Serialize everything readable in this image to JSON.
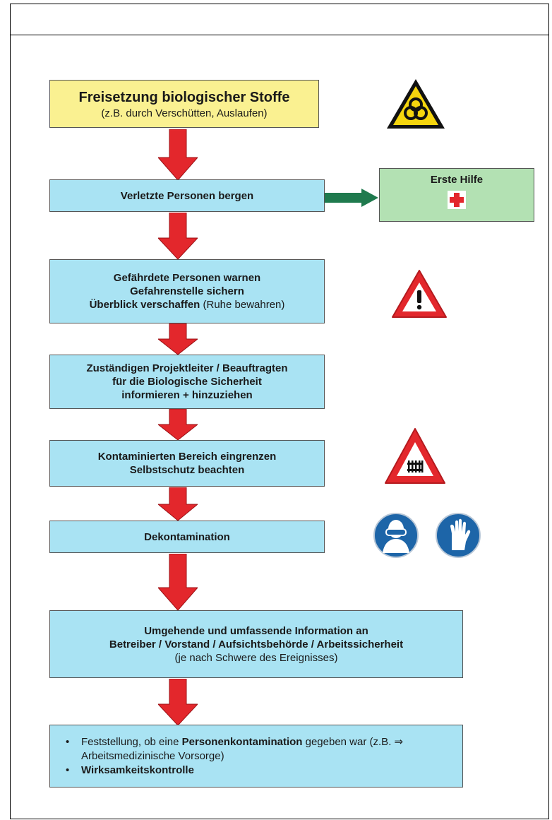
{
  "steps": {
    "release": {
      "title": "Freisetzung biologischer Stoffe",
      "subtitle": "(z.B. durch Verschütten, Auslaufen)"
    },
    "rescue": {
      "label": "Verletzte Personen bergen"
    },
    "first_aid": {
      "label": "Erste Hilfe"
    },
    "warn": {
      "line1": "Gefährdete Personen warnen",
      "line2": "Gefahrenstelle sichern",
      "line3_bold": "Überblick verschaffen",
      "line3_normal": " (Ruhe bewahren)"
    },
    "inform_lead": {
      "line1": "Zuständigen Projektleiter / Beauftragten",
      "line2": "für die Biologische Sicherheit",
      "line3": "informieren + hinzuziehen"
    },
    "contain": {
      "line1": "Kontaminierten Bereich eingrenzen",
      "line2": "Selbstschutz beachten"
    },
    "decon": {
      "label": "Dekontamination"
    },
    "inform_all": {
      "line1": "Umgehende und umfassende Information an",
      "line2": "Betreiber / Vorstand / Aufsichtsbehörde / Arbeitssicherheit",
      "line3": "(je nach Schwere des Ereignisses)"
    },
    "followup": {
      "item1_pre": "Feststellung, ob eine ",
      "item1_bold": "Personenkontamination",
      "item1_post": " gegeben war (z.B. ⇒ Arbeitsmedizinische Vorsorge)",
      "item2": "Wirksamkeitskontrolle"
    }
  },
  "icons": [
    "biohazard-icon",
    "first-aid-cross-icon",
    "general-warning-icon",
    "barrier-warning-icon",
    "eye-protection-icon",
    "hand-protection-icon"
  ],
  "colors": {
    "step_box": "#a9e3f3",
    "start_box": "#faf191",
    "first_aid_box": "#b3e1b3",
    "arrow_red": "#e3272c",
    "arrow_green": "#1f7a4e"
  }
}
